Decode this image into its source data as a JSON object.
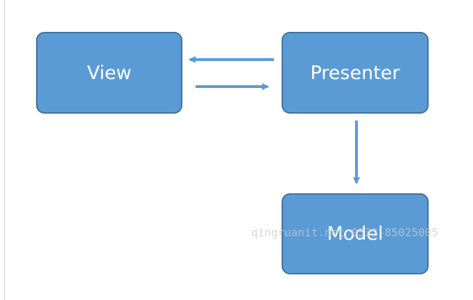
{
  "colors": {
    "node_fill": "#5b9bd5",
    "node_border": "#41719c",
    "arrow": "#5b9bd5",
    "text": "#ffffff"
  },
  "nodes": {
    "view": {
      "label": "View"
    },
    "presenter": {
      "label": "Presenter"
    },
    "model": {
      "label": "Model"
    }
  },
  "edges": [
    {
      "from": "presenter",
      "to": "view"
    },
    {
      "from": "view",
      "to": "presenter"
    },
    {
      "from": "presenter",
      "to": "model"
    }
  ],
  "watermark": "qingruanit.net 0532-85025005"
}
